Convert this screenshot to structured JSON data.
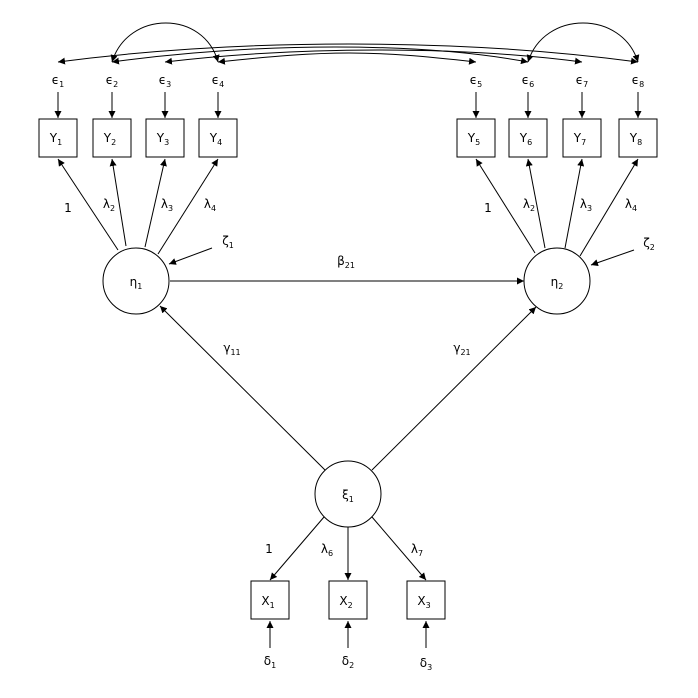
{
  "errors_y": [
    {
      "sym": "ϵ",
      "sub": "1"
    },
    {
      "sym": "ϵ",
      "sub": "2"
    },
    {
      "sym": "ϵ",
      "sub": "3"
    },
    {
      "sym": "ϵ",
      "sub": "4"
    },
    {
      "sym": "ϵ",
      "sub": "5"
    },
    {
      "sym": "ϵ",
      "sub": "6"
    },
    {
      "sym": "ϵ",
      "sub": "7"
    },
    {
      "sym": "ϵ",
      "sub": "8"
    }
  ],
  "indicators_y": [
    {
      "sym": "Y",
      "sub": "1"
    },
    {
      "sym": "Y",
      "sub": "2"
    },
    {
      "sym": "Y",
      "sub": "3"
    },
    {
      "sym": "Y",
      "sub": "4"
    },
    {
      "sym": "Y",
      "sub": "5"
    },
    {
      "sym": "Y",
      "sub": "6"
    },
    {
      "sym": "Y",
      "sub": "7"
    },
    {
      "sym": "Y",
      "sub": "8"
    }
  ],
  "loadings_eta1": [
    {
      "sym": "1",
      "sub": ""
    },
    {
      "sym": "λ",
      "sub": "2"
    },
    {
      "sym": "λ",
      "sub": "3"
    },
    {
      "sym": "λ",
      "sub": "4"
    }
  ],
  "loadings_eta2": [
    {
      "sym": "1",
      "sub": ""
    },
    {
      "sym": "λ",
      "sub": "2"
    },
    {
      "sym": "λ",
      "sub": "3"
    },
    {
      "sym": "λ",
      "sub": "4"
    }
  ],
  "latents": {
    "eta1": {
      "sym": "η",
      "sub": "1"
    },
    "eta2": {
      "sym": "η",
      "sub": "2"
    },
    "xi1": {
      "sym": "ξ",
      "sub": "1"
    }
  },
  "disturbances": {
    "zeta1": {
      "sym": "ζ",
      "sub": "1"
    },
    "zeta2": {
      "sym": "ζ",
      "sub": "2"
    }
  },
  "paths": {
    "beta21": {
      "sym": "β",
      "sub": "21"
    },
    "gamma11": {
      "sym": "γ",
      "sub": "11"
    },
    "gamma21": {
      "sym": "γ",
      "sub": "21"
    }
  },
  "loadings_xi1": [
    {
      "sym": "1",
      "sub": ""
    },
    {
      "sym": "λ",
      "sub": "6"
    },
    {
      "sym": "λ",
      "sub": "7"
    }
  ],
  "indicators_x": [
    {
      "sym": "X",
      "sub": "1"
    },
    {
      "sym": "X",
      "sub": "2"
    },
    {
      "sym": "X",
      "sub": "3"
    }
  ],
  "errors_x": [
    {
      "sym": "δ",
      "sub": "1"
    },
    {
      "sym": "δ",
      "sub": "2"
    },
    {
      "sym": "δ",
      "sub": "3"
    }
  ]
}
